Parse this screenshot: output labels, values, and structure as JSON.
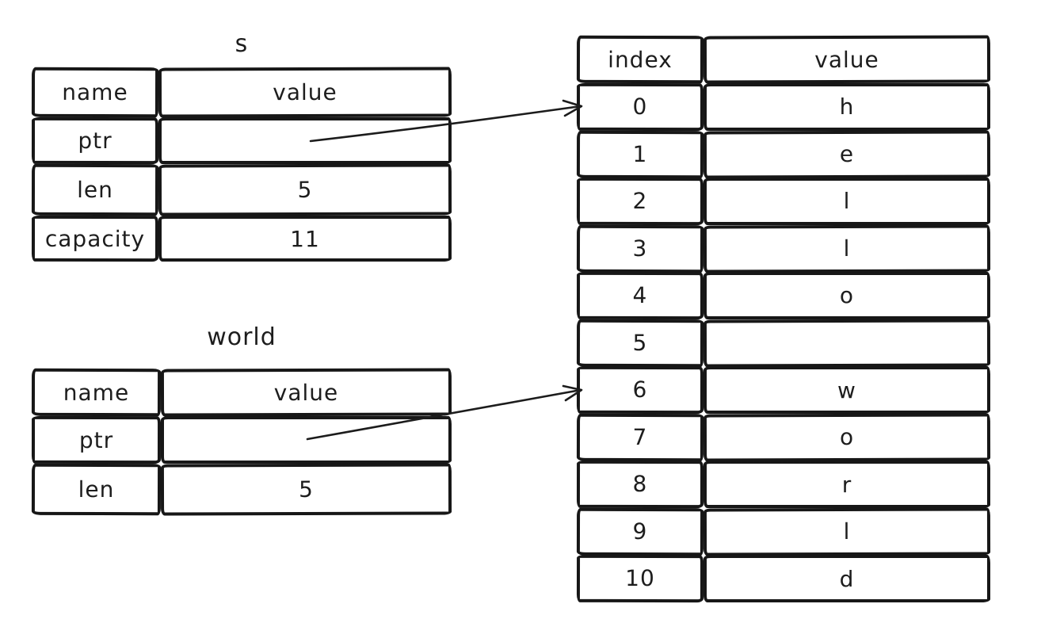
{
  "s_table": {
    "title": "s",
    "col_headers": [
      "name",
      "value"
    ],
    "rows": [
      {
        "name": "ptr",
        "value": ""
      },
      {
        "name": "len",
        "value": "5"
      },
      {
        "name": "capacity",
        "value": "11"
      }
    ]
  },
  "world_table": {
    "title": "world",
    "col_headers": [
      "name",
      "value"
    ],
    "rows": [
      {
        "name": "ptr",
        "value": ""
      },
      {
        "name": "len",
        "value": "5"
      }
    ]
  },
  "heap_table": {
    "col_headers": [
      "index",
      "value"
    ],
    "rows": [
      {
        "index": "0",
        "value": "h"
      },
      {
        "index": "1",
        "value": "e"
      },
      {
        "index": "2",
        "value": "l"
      },
      {
        "index": "3",
        "value": "l"
      },
      {
        "index": "4",
        "value": "o"
      },
      {
        "index": "5",
        "value": ""
      },
      {
        "index": "6",
        "value": "w"
      },
      {
        "index": "7",
        "value": "o"
      },
      {
        "index": "8",
        "value": "r"
      },
      {
        "index": "9",
        "value": "l"
      },
      {
        "index": "10",
        "value": "d"
      }
    ]
  },
  "arrows": [
    {
      "label": "s-ptr-to-index-0"
    },
    {
      "label": "world-ptr-to-index-6"
    }
  ],
  "colors": {
    "ink": "#1c1c1c",
    "background": "#ffffff"
  }
}
